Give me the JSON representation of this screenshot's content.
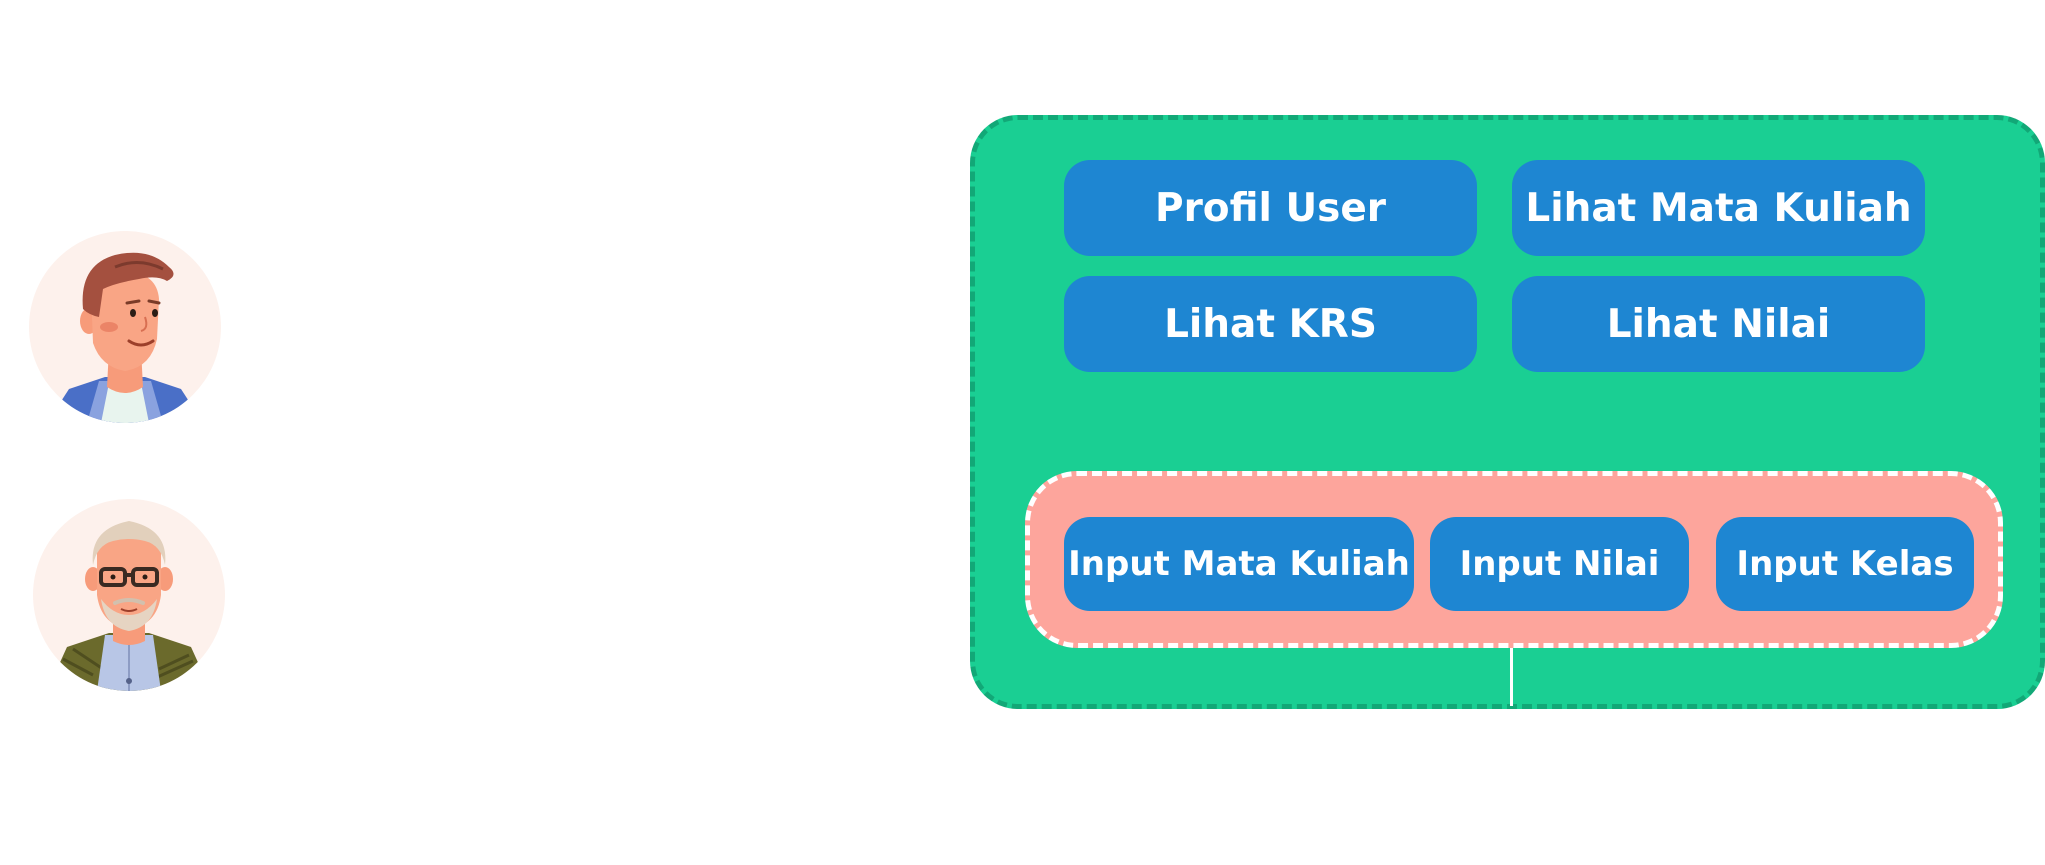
{
  "actors": [
    {
      "id": "student",
      "icon": "young-man-avatar-icon"
    },
    {
      "id": "lecturer",
      "icon": "older-man-with-glasses-avatar-icon"
    }
  ],
  "system": {
    "features": [
      {
        "label": "Profil User"
      },
      {
        "label": "Lihat Mata Kuliah"
      },
      {
        "label": "Lihat KRS"
      },
      {
        "label": "Lihat Nilai"
      }
    ],
    "admin_features": [
      {
        "label": "Input Mata Kuliah"
      },
      {
        "label": "Input Nilai"
      },
      {
        "label": "Input Kelas"
      }
    ]
  },
  "colors": {
    "system_box": "#1acf93",
    "system_border": "#12a877",
    "admin_box": "#fda59c",
    "button": "#1e86d2",
    "button_text": "#ffffff"
  }
}
